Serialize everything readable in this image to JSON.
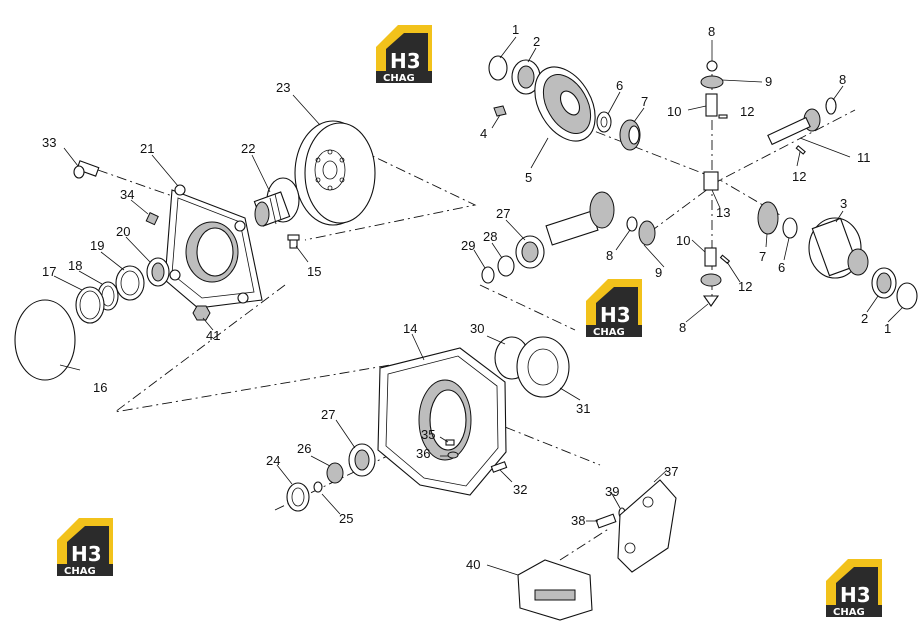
{
  "logo": {
    "mark": "H3",
    "word": "CHAG",
    "colors": {
      "gold": "#f2c21b",
      "dark": "#2b2b2b",
      "white": "#ffffff"
    }
  },
  "callouts": {
    "c1a": "1",
    "c2a": "2",
    "c8a": "8",
    "c9a": "9",
    "c8b": "8",
    "c6a": "6",
    "c7a": "7",
    "c10a": "10",
    "c12a": "12",
    "c4": "4",
    "c11": "11",
    "c12b": "12",
    "c5": "5",
    "c13": "13",
    "c27a": "27",
    "c28": "28",
    "c29": "29",
    "c8c": "8",
    "c9b": "9",
    "c3": "3",
    "c7b": "7",
    "c6b": "6",
    "c10b": "10",
    "c12c": "12",
    "c8d": "8",
    "c2b": "2",
    "c1b": "1",
    "c33": "33",
    "c21": "21",
    "c22": "22",
    "c23": "23",
    "c34": "34",
    "c15": "15",
    "c19": "19",
    "c20": "20",
    "c17": "17",
    "c18": "18",
    "c41": "41",
    "c16": "16",
    "c14": "14",
    "c30": "30",
    "c31": "31",
    "c27b": "27",
    "c35": "35",
    "c36": "36",
    "c26": "26",
    "c24": "24",
    "c25": "25",
    "c32": "32",
    "c39": "39",
    "c37": "37",
    "c38": "38",
    "c40": "40"
  }
}
